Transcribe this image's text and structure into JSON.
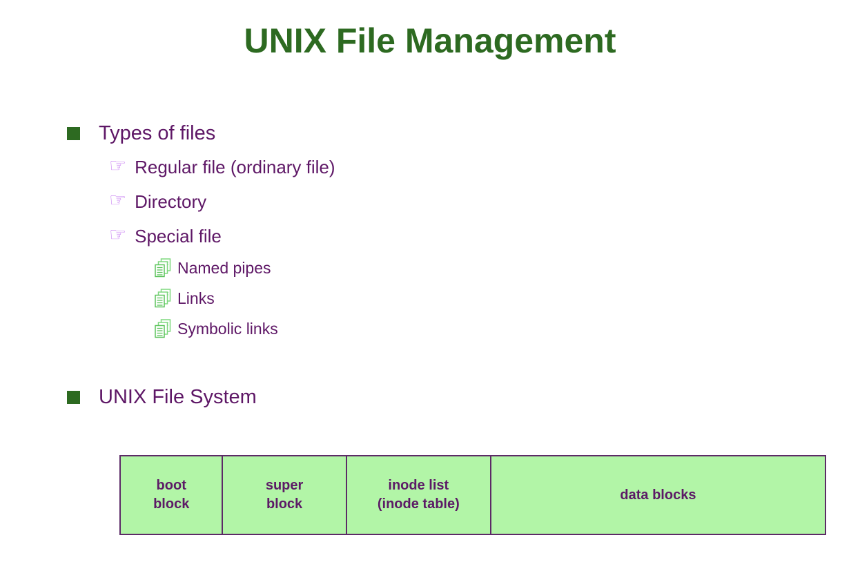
{
  "colors": {
    "title_green": "#2d6a21",
    "bullet_green": "#2d6a21",
    "text_purple": "#5e1766",
    "finger_purple": "#c77df2",
    "doc_green": "#5cc45c",
    "doc_green_light": "#7ed87e",
    "table_fill": "#b2f5a7",
    "table_border": "#5c2a66",
    "table_text": "#5c1a66"
  },
  "glyphs": {
    "finger": "☞"
  },
  "title": "UNIX File Management",
  "outline": {
    "section1": {
      "label": "Types of files",
      "items": [
        {
          "label": "Regular file (ordinary file)"
        },
        {
          "label": "Directory"
        },
        {
          "label": "Special file"
        }
      ],
      "subitems": [
        {
          "label": "Named pipes"
        },
        {
          "label": "Links"
        },
        {
          "label": "Symbolic links"
        }
      ]
    },
    "section2": {
      "label": "UNIX File System"
    }
  },
  "diagram": {
    "cells": [
      {
        "label": "boot\nblock"
      },
      {
        "label": "super\nblock"
      },
      {
        "label": "inode list\n(inode table)"
      },
      {
        "label": "data blocks"
      }
    ]
  }
}
